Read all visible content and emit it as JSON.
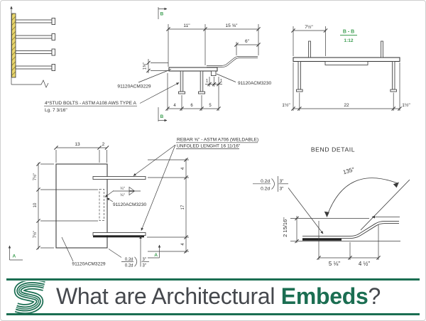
{
  "colors": {
    "accent_green": "#3d9e52",
    "brand_green": "#1b6e52",
    "line": "#3c3c3c",
    "plate_hatch": "#ead76e"
  },
  "section_a": {
    "marker_top": "B",
    "marker_bottom": "B",
    "dim_top_left": "11\"",
    "dim_top_right": "15 ⅝\"",
    "dim_6": "6\"",
    "dim_thickness": "1⅜\"",
    "dim_1_left": "1",
    "dim_1_right": "1",
    "dim_4": "4",
    "dim_6b": "6",
    "dim_5": "5",
    "label_plate": "91120ACM3229",
    "label_clip": "91120ACM3230",
    "note_line1": "4*STUD BOLTS - ASTM A108 AWS TYPE A",
    "note_line2": "Lg. 7 3/16\""
  },
  "section_bb": {
    "title": "B - B",
    "scale": "1:12",
    "dim_7half": "7½\"",
    "dim_22": "22",
    "dim_left": "1½\"",
    "dim_right": "1½\""
  },
  "plan": {
    "dim_13": "13",
    "dim_2": "2",
    "dim_left_top": "7½\"",
    "dim_left_mid": "10",
    "dim_left_bot": "7½\"",
    "dim_right_top": "4",
    "dim_right_mid": "17",
    "dim_right_bot": "4",
    "weld_top": "¼\"",
    "weld_bot": "¼\"",
    "label_clip": "91120ACM3230",
    "label_plate": "91120ACM3229",
    "marker_left": "A",
    "marker_right": "A",
    "od_top": "0.2d",
    "od_bot": "0.2d",
    "in3_top": "3\"",
    "in3_bot": "3\"",
    "rebar_note1": "REBAR ⅝\" - ASTM A706 (WELDABLE)",
    "rebar_note2": "UNFOLED LENGHT 16 11/16\""
  },
  "bend": {
    "title": "BEND DETAIL",
    "angle": "135°",
    "od_top": "0.2d",
    "od_bot": "0.2d",
    "in3_top": "3\"",
    "in3_bot": "3\"",
    "dim_height": "2 15/16\"",
    "dim_5eighth": "5 ⅛\"",
    "dim_4half": "4 ½\""
  },
  "banner": {
    "title_prefix": "What are Architectural ",
    "title_bold": "Embeds",
    "title_suffix": "?"
  }
}
